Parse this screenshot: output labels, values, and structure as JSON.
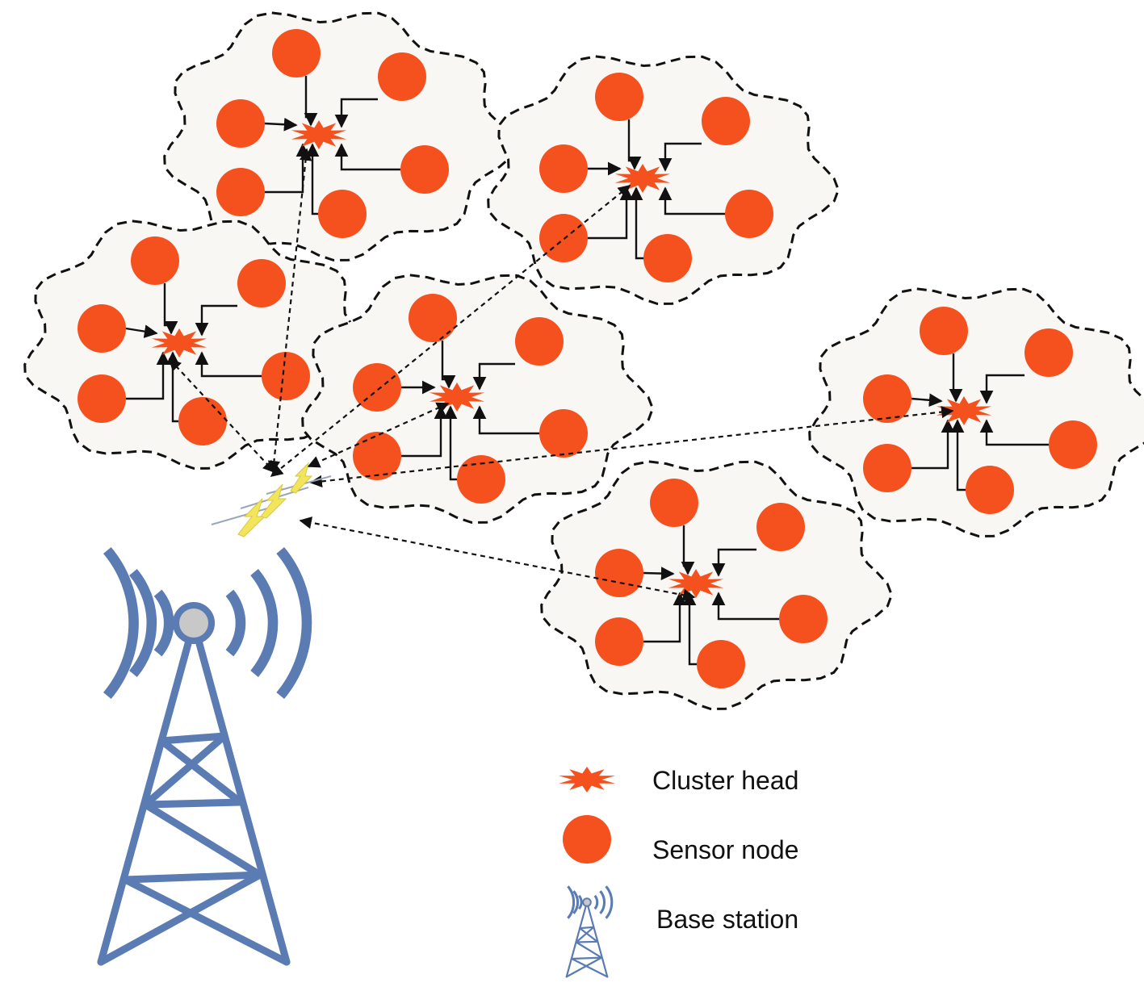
{
  "colors": {
    "node": "#f4511e",
    "cluster_fill": "#f9f7f4",
    "cluster_stroke": "#111111",
    "arrow": "#111111",
    "tower": "#5b7bb3",
    "tower_top": "#c8c8c8",
    "signal": "#f2e55c"
  },
  "icons": {
    "cluster_head": "starburst-icon",
    "sensor_node": "circle-icon",
    "base_station": "radio-tower-icon",
    "signal": "lightning-icon"
  },
  "clusters": [
    {
      "id": "cluster-1",
      "members": 6,
      "sensor_nodes": 6
    },
    {
      "id": "cluster-2",
      "members": 6,
      "sensor_nodes": 6
    },
    {
      "id": "cluster-3",
      "members": 6,
      "sensor_nodes": 6
    },
    {
      "id": "cluster-4",
      "members": 6,
      "sensor_nodes": 6
    },
    {
      "id": "cluster-5",
      "members": 6,
      "sensor_nodes": 6
    },
    {
      "id": "cluster-6",
      "members": 6,
      "sensor_nodes": 6
    }
  ],
  "legend": {
    "cluster_head": "Cluster head",
    "sensor_node": "Sensor node",
    "base_station": "Base station"
  }
}
